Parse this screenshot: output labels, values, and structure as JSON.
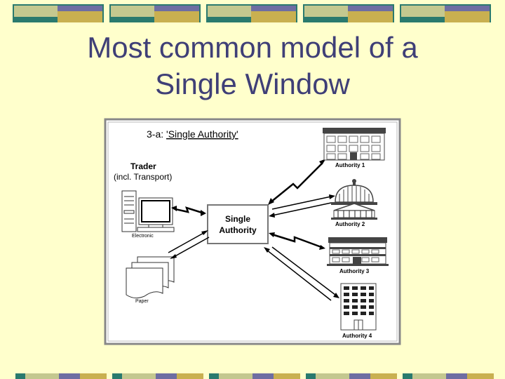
{
  "slide": {
    "title_line1": "Most common model of a",
    "title_line2": "Single Window"
  },
  "colors": {
    "background": "#ffffcc",
    "title": "#3f3f77",
    "deco_teal": "#2a7a6e",
    "deco_purple": "#6e6ea2",
    "deco_sage": "#c4c88f",
    "deco_gold": "#c9b050"
  },
  "diagram": {
    "heading_prefix": "3-a: ",
    "heading_quoted": "'Single Authority'",
    "trader_title": "Trader",
    "trader_subtitle": "(incl. Transport)",
    "electronic_label": "Electronic",
    "paper_label": "Paper",
    "center_line1": "Single",
    "center_line2": "Authority",
    "authorities": [
      {
        "label": "Authority 1",
        "icon": "office-building-icon"
      },
      {
        "label": "Authority 2",
        "icon": "domed-building-icon"
      },
      {
        "label": "Authority 3",
        "icon": "multi-storey-building-icon"
      },
      {
        "label": "Authority 4",
        "icon": "tower-building-icon"
      }
    ]
  }
}
